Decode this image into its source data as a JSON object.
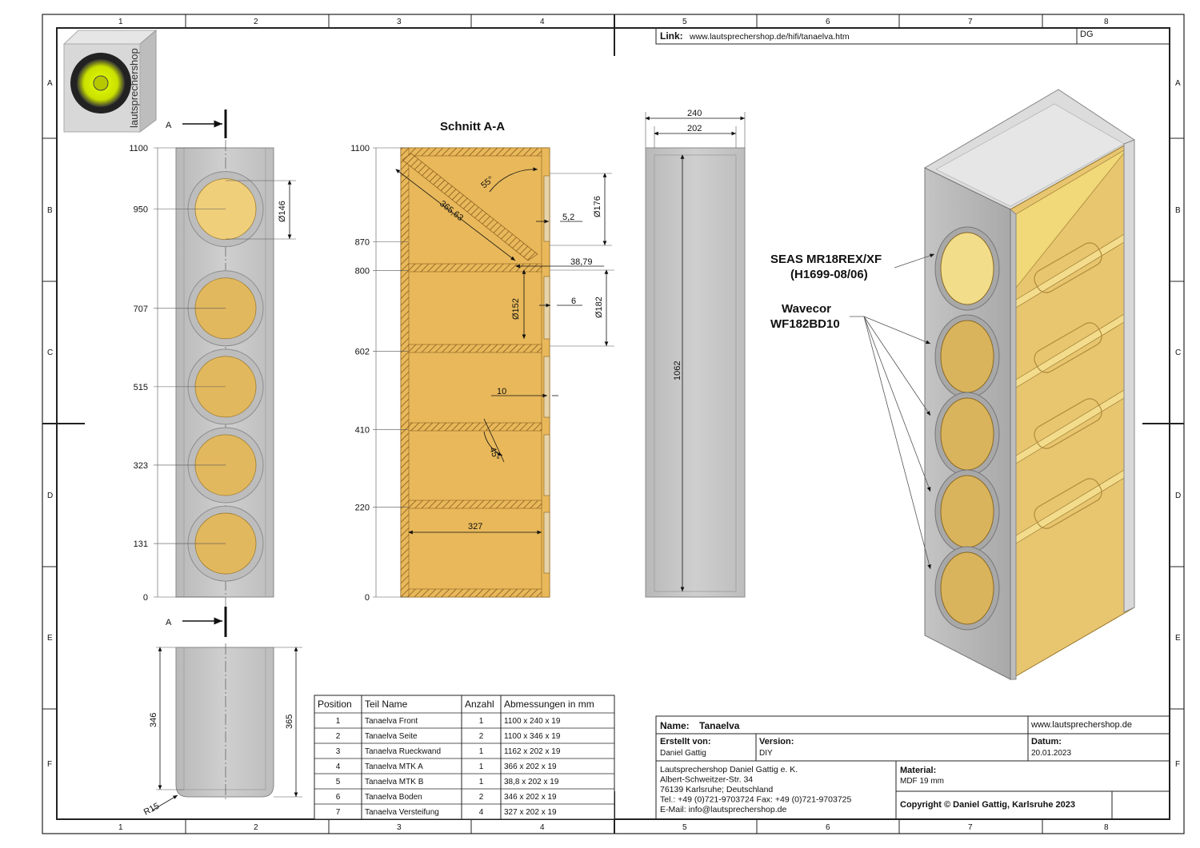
{
  "zones": {
    "cols": [
      "1",
      "2",
      "3",
      "4",
      "5",
      "6",
      "7",
      "8"
    ],
    "rows": [
      "A",
      "B",
      "C",
      "D",
      "E",
      "F"
    ]
  },
  "header": {
    "link_label": "Link:",
    "link_url": "www.lautsprechershop.de/hifi/tanaelva.htm",
    "initials": "DG"
  },
  "logo_text": "lautsprechershop",
  "section_marker": "A",
  "front_view": {
    "levels": [
      "1100",
      "950",
      "707",
      "515",
      "323",
      "131",
      "0"
    ],
    "dim_diameter": "Ø146"
  },
  "section_view": {
    "title": "Schnitt A-A",
    "levels": [
      "1100",
      "870",
      "800",
      "602",
      "410",
      "220",
      "0"
    ],
    "dims": {
      "angle_top": "55°",
      "diag_length": "365,63",
      "gap_top": "5,2",
      "diameter_top": "Ø176",
      "mtk_b": "38,79",
      "diameter_mid": "Ø152",
      "gap_mid": "6",
      "diameter_mid_outer": "Ø182",
      "gap_low": "10",
      "angle_low": "45°",
      "inner_width": "327"
    }
  },
  "back_view": {
    "width_outer": "240",
    "width_inner": "202",
    "height": "1062"
  },
  "bottom_view": {
    "depth_inner": "346",
    "depth_outer": "365",
    "radius": "R15"
  },
  "iso_labels": {
    "seas_line1": "SEAS MR18REX/XF",
    "seas_line2": "(H1699-08/06)",
    "wavecor_line1": "Wavecor",
    "wavecor_line2": "WF182BD10"
  },
  "parts_table": {
    "headers": [
      "Position",
      "Teil Name",
      "Anzahl",
      "Abmessungen in mm"
    ],
    "rows": [
      [
        "1",
        "Tanaelva Front",
        "1",
        "1100 x 240 x 19"
      ],
      [
        "2",
        "Tanaelva Seite",
        "2",
        "1100 x 346 x 19"
      ],
      [
        "3",
        "Tanaelva Rueckwand",
        "1",
        "1162 x 202 x 19"
      ],
      [
        "4",
        "Tanaelva MTK A",
        "1",
        "366 x 202 x 19"
      ],
      [
        "5",
        "Tanaelva MTK B",
        "1",
        "38,8 x 202 x 19"
      ],
      [
        "6",
        "Tanaelva Boden",
        "2",
        "346 x 202 x 19"
      ],
      [
        "7",
        "Tanaelva Versteifung",
        "4",
        "327 x 202 x 19"
      ]
    ]
  },
  "title_block": {
    "name_label": "Name:",
    "name_value": "Tanaelva",
    "website": "www.lautsprechershop.de",
    "erstellt_label": "Erstellt von:",
    "erstellt_value": "Daniel Gattig",
    "version_label": "Version:",
    "version_value": "DIY",
    "datum_label": "Datum:",
    "datum_value": "20.01.2023",
    "address": [
      "Lautsprechershop Daniel Gattig e. K.",
      "Albert-Schweitzer-Str. 34",
      "76139 Karlsruhe; Deutschland",
      "Tel.: +49 (0)721-9703724 Fax: +49 (0)721-9703725",
      "E-Mail: info@lautsprechershop.de"
    ],
    "material_label": "Material:",
    "material_value": "MDF 19 mm",
    "copyright": "Copyright © Daniel Gattig, Karlsruhe 2023"
  },
  "colors": {
    "panel_grey": "#c8c8c8",
    "driver_fill": "#e9c56e",
    "section_fill": "#e8b85a",
    "hatch": "#8a5a1a"
  }
}
